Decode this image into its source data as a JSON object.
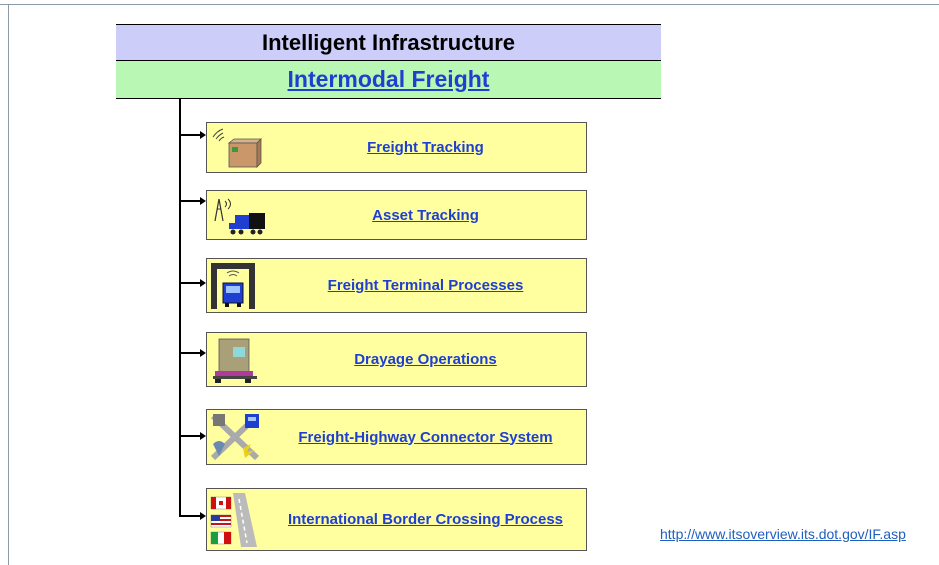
{
  "header": {
    "title": "Intelligent Infrastructure",
    "subtitle": "Intermodal Freight"
  },
  "items": [
    {
      "label": "Freight Tracking",
      "icon": "package-tracking-icon"
    },
    {
      "label": "Asset Tracking",
      "icon": "truck-antenna-icon"
    },
    {
      "label": "Freight Terminal Processes",
      "icon": "terminal-gate-truck-icon"
    },
    {
      "label": "Drayage Operations",
      "icon": "container-chassis-icon"
    },
    {
      "label": "Freight-Highway Connector System",
      "icon": "highway-connector-icon"
    },
    {
      "label": "International Border Crossing Process",
      "icon": "border-flags-icon"
    }
  ],
  "footer": {
    "url": "http://www.itsoverview.its.dot.gov/IF.asp"
  },
  "colors": {
    "header_bg": "#cccdf9",
    "subheader_bg": "#b8f8b4",
    "box_bg": "#ffffa0",
    "link": "#1f3fd0"
  }
}
